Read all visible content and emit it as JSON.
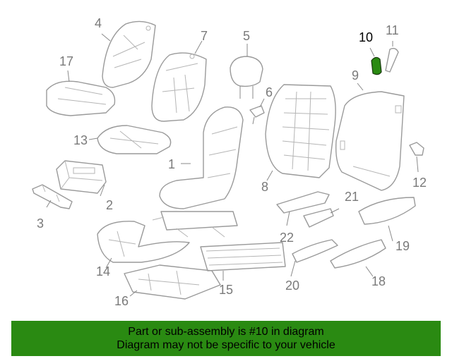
{
  "callouts": [
    {
      "num": "1"
    },
    {
      "num": "2"
    },
    {
      "num": "3"
    },
    {
      "num": "4"
    },
    {
      "num": "5"
    },
    {
      "num": "6"
    },
    {
      "num": "7"
    },
    {
      "num": "8"
    },
    {
      "num": "9"
    },
    {
      "num": "10"
    },
    {
      "num": "11"
    },
    {
      "num": "12"
    },
    {
      "num": "13"
    },
    {
      "num": "14"
    },
    {
      "num": "15"
    },
    {
      "num": "16"
    },
    {
      "num": "17"
    },
    {
      "num": "18"
    },
    {
      "num": "19"
    },
    {
      "num": "20"
    },
    {
      "num": "21"
    },
    {
      "num": "22"
    }
  ],
  "highlight_part": "10",
  "colors": {
    "highlight_fill": "#2a8a12",
    "banner_bg": "#2a8a12",
    "line_gray": "#9a9a9a"
  },
  "banner": {
    "line1": "Part or sub-assembly is #10 in diagram",
    "line2": "Diagram may not be specific to your vehicle"
  }
}
